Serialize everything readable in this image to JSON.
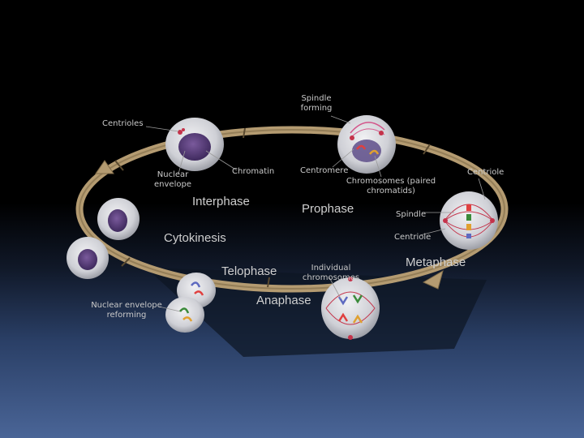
{
  "labels": {
    "spindle_forming": [
      "Spindle",
      "forming"
    ],
    "centrioles": "Centrioles",
    "nuclear_envelope": [
      "Nuclear",
      "envelope"
    ],
    "chromatin": "Chromatin",
    "centromere": "Centromere",
    "chromosomes_paired": [
      "Chromosomes (paired",
      "chromatids)"
    ],
    "centriole_top": "Centriole",
    "spindle": "Spindle",
    "centriole_mid": "Centriole",
    "individual_chromosomes": [
      "Individual",
      "chromosomes"
    ],
    "nuclear_envelope_reforming": [
      "Nuclear envelope",
      "reforming"
    ]
  },
  "phases": {
    "interphase": "Interphase",
    "prophase": "Prophase",
    "cytokinesis": "Cytokinesis",
    "metaphase": "Metaphase",
    "telophase": "Telophase",
    "anaphase": "Anaphase"
  }
}
